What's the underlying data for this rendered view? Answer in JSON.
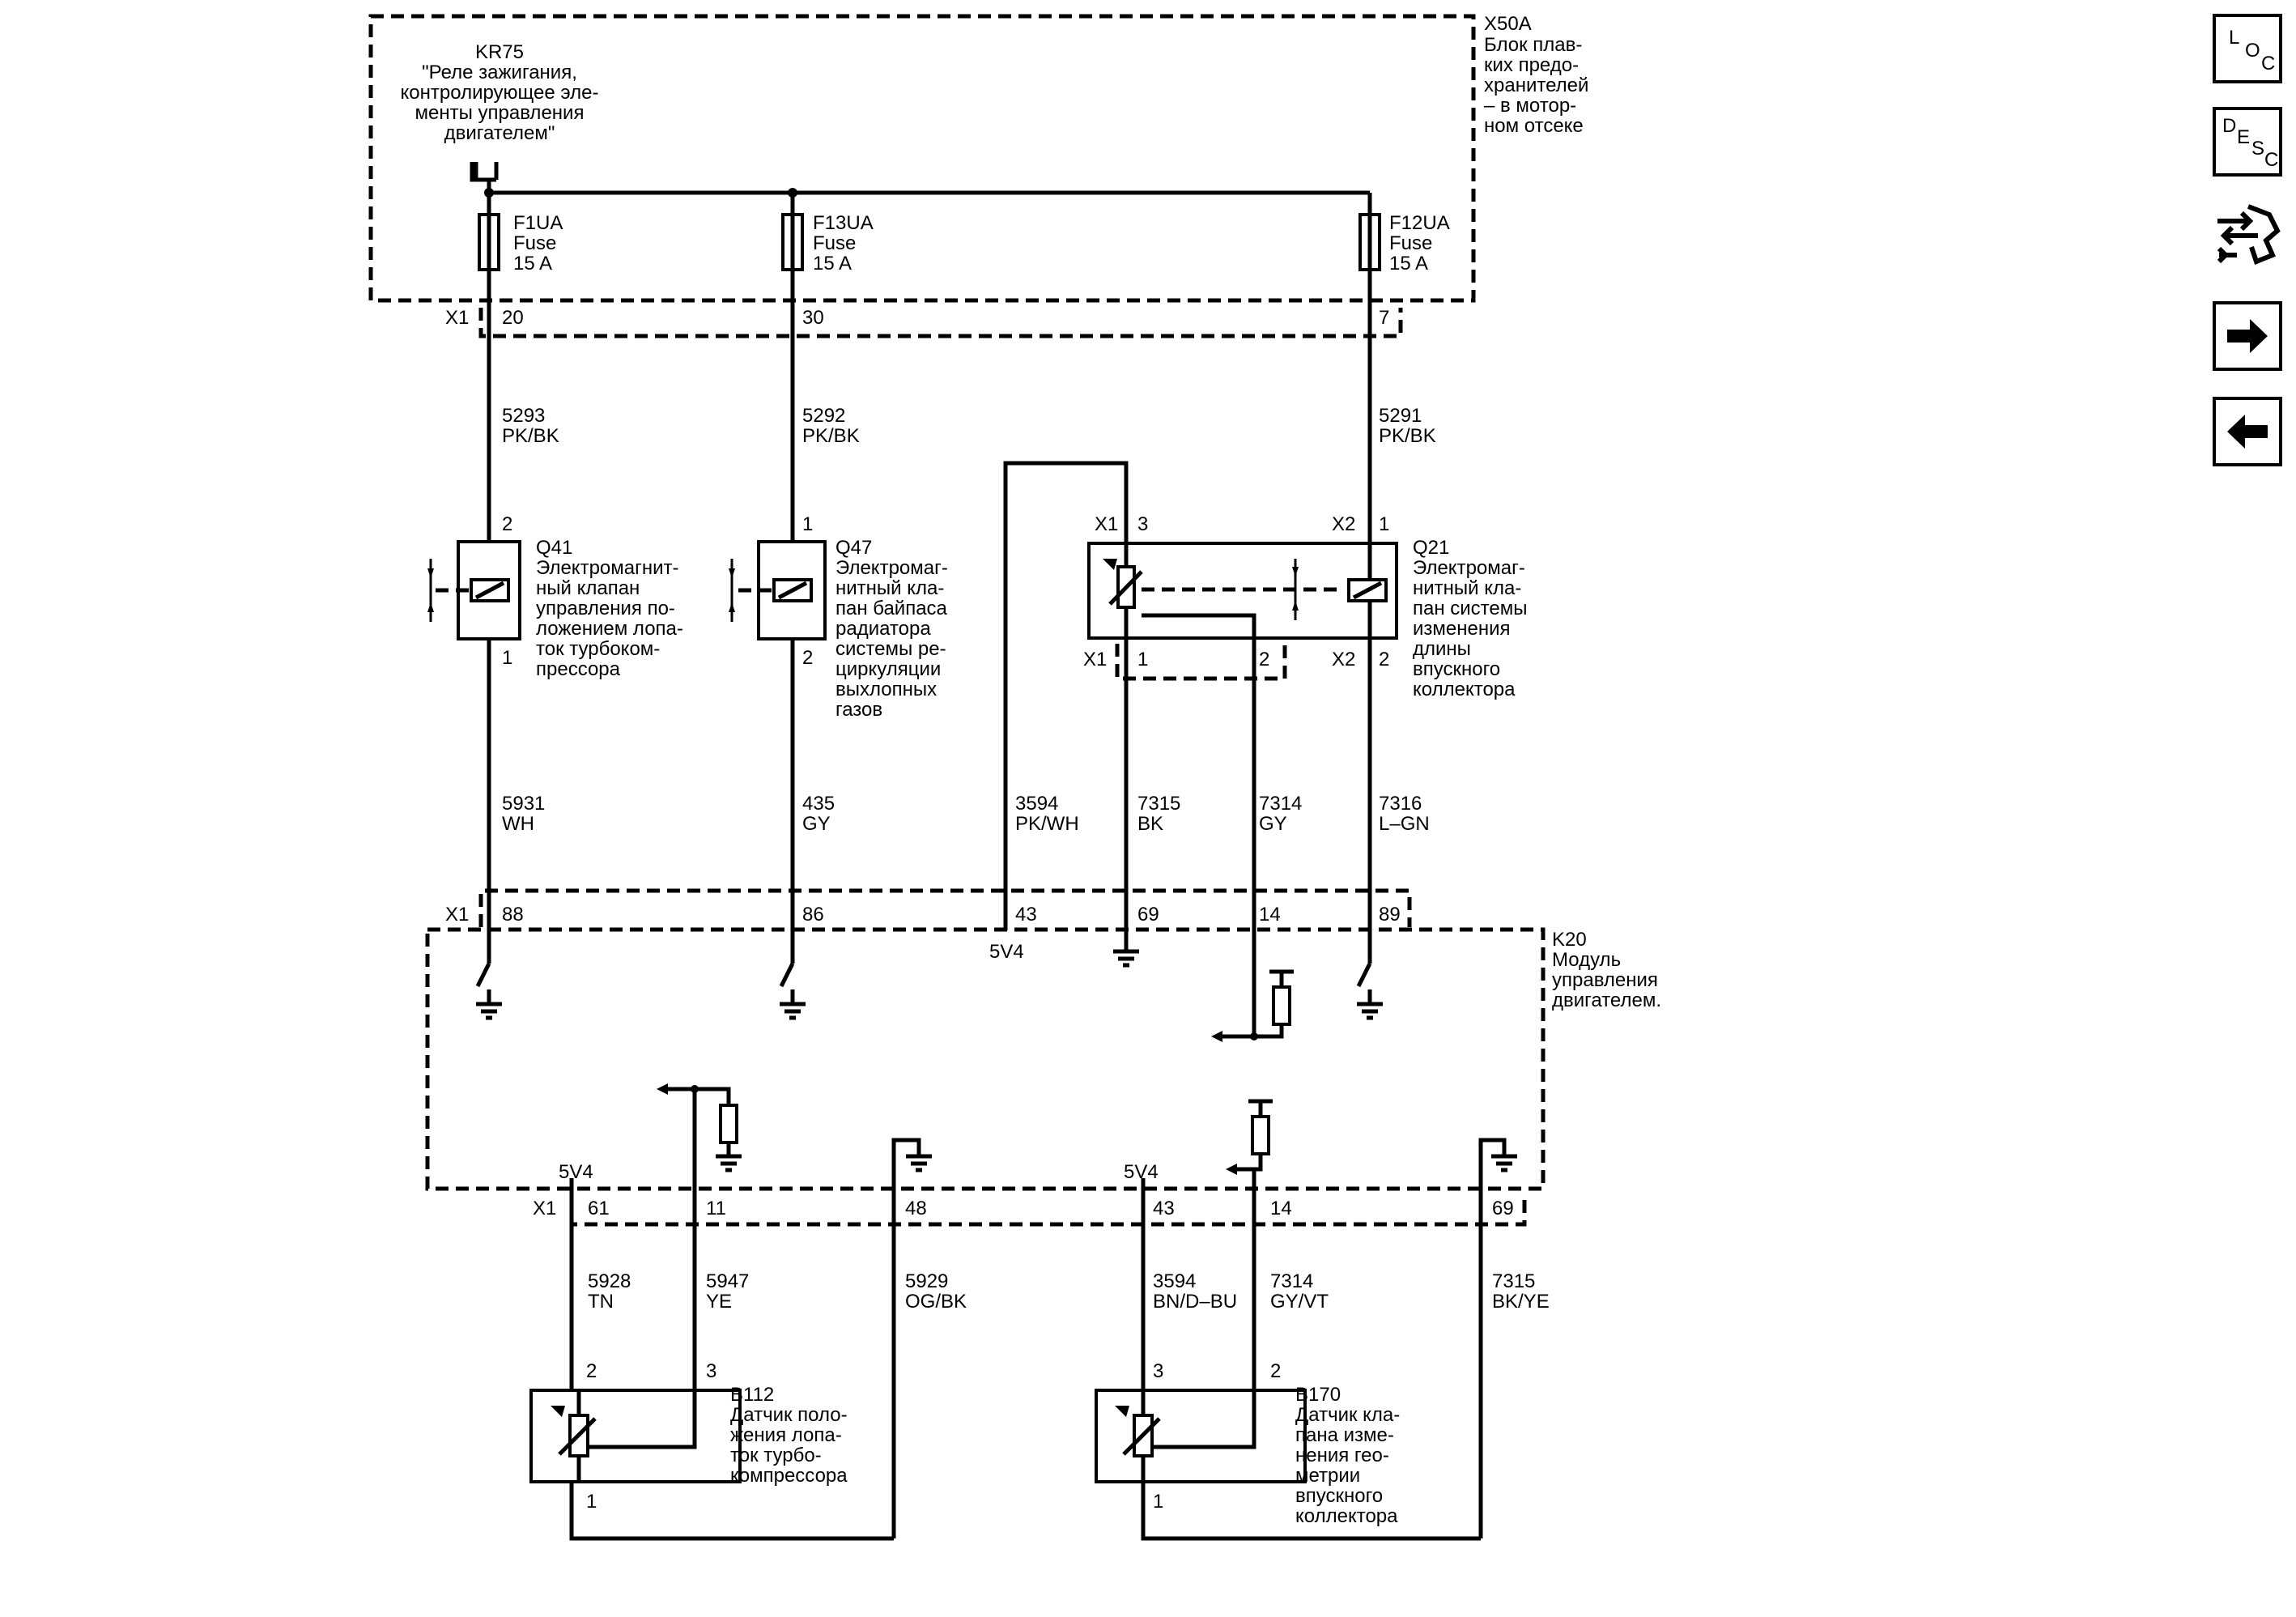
{
  "fuse_block": {
    "id": "X50A",
    "desc": [
      "Блок плав-",
      "ких предо-",
      "хранителей",
      "– в мотор-",
      "ном отсеке"
    ]
  },
  "relay": {
    "id": "KR75",
    "desc": [
      "\"Реле зажигания,",
      "контролирующее эле-",
      "менты управления",
      "двигателем\""
    ]
  },
  "fuses": [
    {
      "id": "F1UA",
      "type": "Fuse",
      "rating": "15 A",
      "pin": "20"
    },
    {
      "id": "F13UA",
      "type": "Fuse",
      "rating": "15 A",
      "pin": "30"
    },
    {
      "id": "F12UA",
      "type": "Fuse",
      "rating": "15 A",
      "pin": "7"
    }
  ],
  "connectors": {
    "x1": "X1",
    "x2": "X2"
  },
  "upper_wires": [
    {
      "circuit": "5293",
      "color": "PK/BK"
    },
    {
      "circuit": "5292",
      "color": "PK/BK"
    },
    {
      "circuit": "5291",
      "color": "PK/BK"
    }
  ],
  "q41": {
    "id": "Q41",
    "pin_top": "2",
    "pin_bottom": "1",
    "desc": [
      "Электромагнит-",
      "ный клапан",
      "управления по-",
      "ложением лопа-",
      "ток турбоком-",
      "прессора"
    ]
  },
  "q47": {
    "id": "Q47",
    "pin_top": "1",
    "pin_bottom": "2",
    "desc": [
      "Электромаг-",
      "нитный кла-",
      "пан байпаса",
      "радиатора",
      "системы ре-",
      "циркуляции",
      "выхлопных",
      "газов"
    ]
  },
  "q21": {
    "id": "Q21",
    "pin_x1_top": "3",
    "pin_x2_top": "1",
    "pin_x1_b1": "1",
    "pin_x1_b2": "2",
    "pin_x2_bottom": "2",
    "desc": [
      "Электромаг-",
      "нитный кла-",
      "пан системы",
      "изменения",
      "длины",
      "впускного",
      "коллектора"
    ]
  },
  "mid_wires": [
    {
      "circuit": "5931",
      "color": "WH"
    },
    {
      "circuit": "435",
      "color": "GY"
    },
    {
      "circuit": "3594",
      "color": "PK/WH"
    },
    {
      "circuit": "7315",
      "color": "BK"
    },
    {
      "circuit": "7314",
      "color": "GY"
    },
    {
      "circuit": "7316",
      "color": "L–GN"
    }
  ],
  "k20_top_pins": [
    "88",
    "86",
    "43",
    "69",
    "14",
    "89"
  ],
  "k20": {
    "id": "K20",
    "desc": [
      "Модуль",
      "управления",
      "двигателем."
    ]
  },
  "ref_label": "5V4",
  "k20_bottom_pins": [
    "61",
    "11",
    "48",
    "43",
    "14",
    "69"
  ],
  "lower_wires": [
    {
      "circuit": "5928",
      "color": "TN"
    },
    {
      "circuit": "5947",
      "color": "YE"
    },
    {
      "circuit": "5929",
      "color": "OG/BK"
    },
    {
      "circuit": "3594",
      "color": "BN/D–BU"
    },
    {
      "circuit": "7314",
      "color": "GY/VT"
    },
    {
      "circuit": "7315",
      "color": "BK/YE"
    }
  ],
  "b112": {
    "id": "B112",
    "pin_a": "2",
    "pin_b": "3",
    "pin_c": "1",
    "desc": [
      "Датчик поло-",
      "жения лопа-",
      "ток турбо-",
      "компрессора"
    ]
  },
  "b170": {
    "id": "B170",
    "pin_a": "3",
    "pin_b": "2",
    "pin_c": "1",
    "desc": [
      "Датчик кла-",
      "пана изме-",
      "нения гео-",
      "метрии",
      "впускного",
      "коллектора"
    ]
  },
  "nav": {
    "loc": [
      "L",
      "O",
      "C"
    ],
    "desc": [
      "D",
      "E",
      "S",
      "C"
    ],
    "tool_icon": "connector-tool-icon",
    "next_icon": "arrow-right-icon",
    "prev_icon": "arrow-left-icon"
  }
}
